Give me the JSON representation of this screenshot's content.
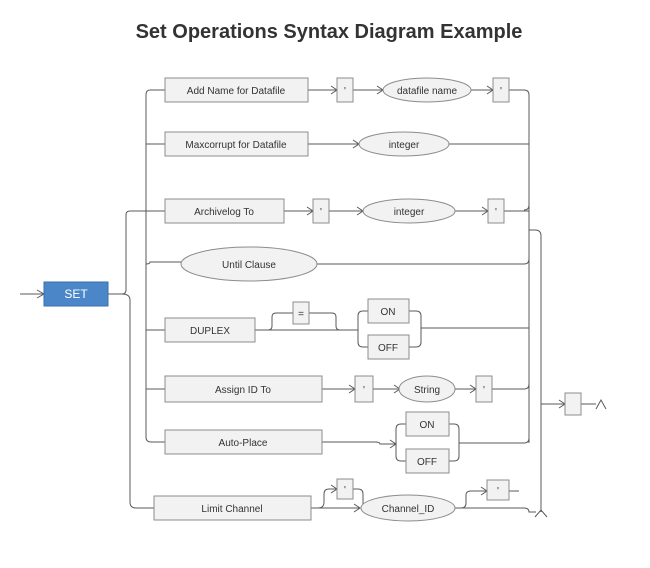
{
  "title": "Set Operations Syntax Diagram Example",
  "start": {
    "label": "SET"
  },
  "branches": {
    "add_name": {
      "label": "Add Name for Datafile",
      "quote_open": "'",
      "datafile": "datafile name",
      "quote_close": "'"
    },
    "maxcorrupt": {
      "label": "Maxcorrupt for Datafile",
      "integer": "integer"
    },
    "archivelog": {
      "label": "Archivelog To",
      "quote_open": "'",
      "integer": "integer",
      "quote_close": "'"
    },
    "until": {
      "label": "Until Clause"
    },
    "duplex": {
      "label": "DUPLEX",
      "equals": "=",
      "on": "ON",
      "off": "OFF"
    },
    "assign_id": {
      "label": "Assign ID To",
      "quote_open": "'",
      "string": "String",
      "quote_close": "'"
    },
    "auto_place": {
      "label": "Auto-Place",
      "on": "ON",
      "off": "OFF"
    },
    "limit_channel": {
      "label": "Limit Channel",
      "quote_top": "'",
      "channel": "Channel_ID",
      "quote_right": "'"
    }
  }
}
